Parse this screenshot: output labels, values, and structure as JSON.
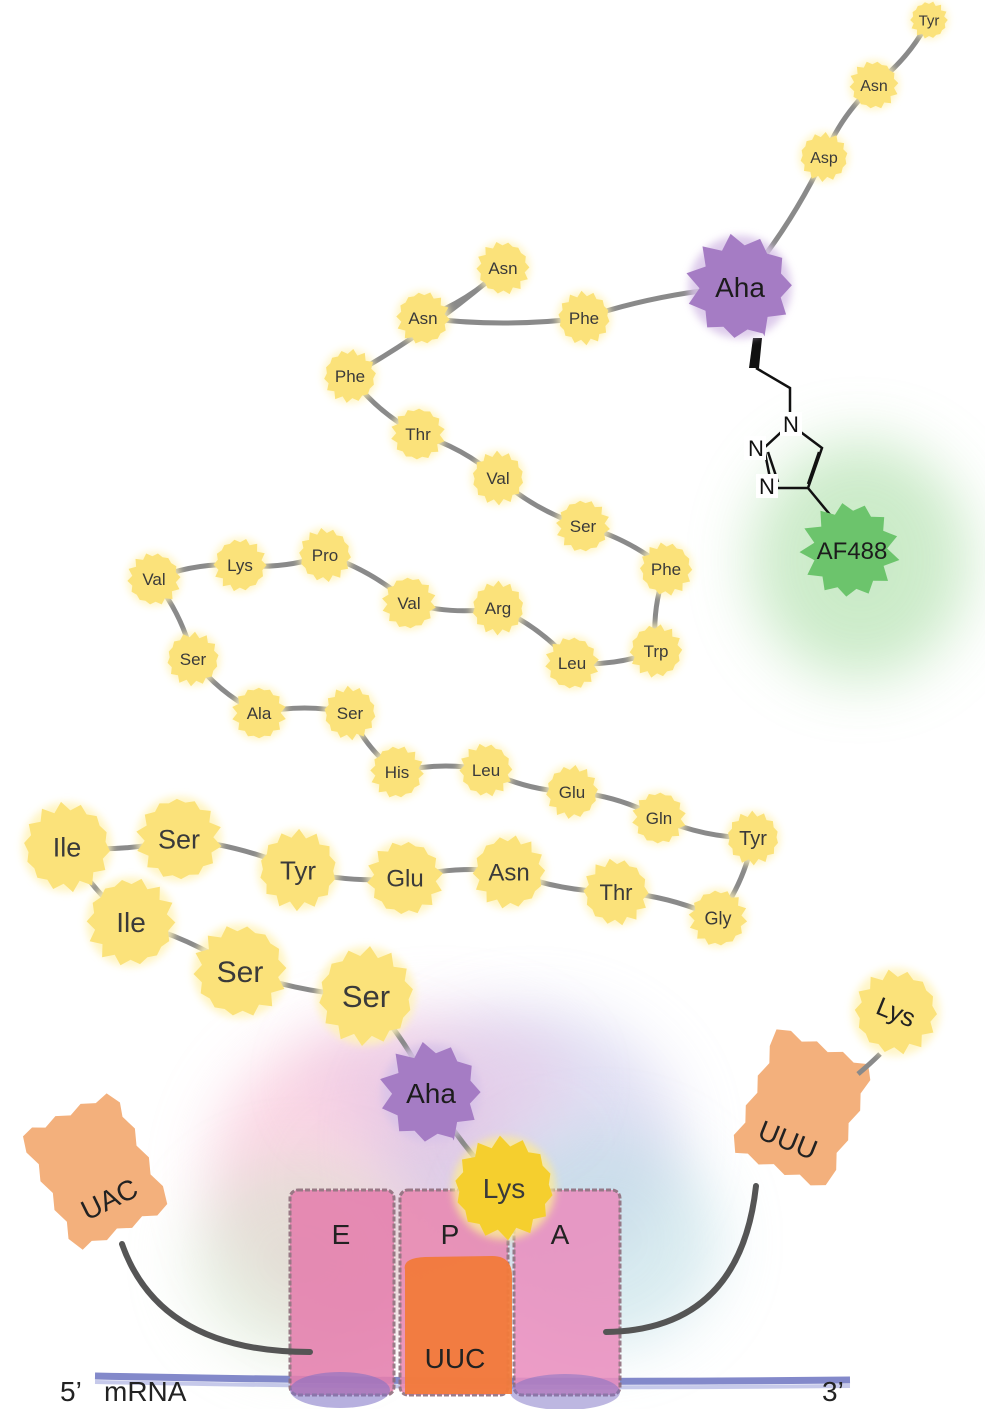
{
  "colors": {
    "residue_fill": "#fbe27a",
    "residue_glow": "#fff3b8",
    "residue_text": "#3a3a3a",
    "aha_fill": "#a57cc4",
    "af488_fill": "#6cc46c",
    "trna_fill": "#f3b07c",
    "site_fill": "#e57fae",
    "codon_fill": "#f27a3a",
    "lys_p_fill": "#f5cf2e",
    "mrna_fill": "#5a62b8",
    "backbone": "#8a8a8a",
    "arc": "#555555"
  },
  "peptide": [
    {
      "label": "Tyr"
    },
    {
      "label": "Asn"
    },
    {
      "label": "Asp"
    },
    {
      "label": "Aha",
      "kind": "aha"
    },
    {
      "label": "Phe"
    },
    {
      "label": "Asn"
    },
    {
      "label": "Asn"
    },
    {
      "label": "Phe"
    },
    {
      "label": "Thr"
    },
    {
      "label": "Val"
    },
    {
      "label": "Ser"
    },
    {
      "label": "Phe"
    },
    {
      "label": "Trp"
    },
    {
      "label": "Leu"
    },
    {
      "label": "Arg"
    },
    {
      "label": "Val"
    },
    {
      "label": "Pro"
    },
    {
      "label": "Lys"
    },
    {
      "label": "Val"
    },
    {
      "label": "Ser"
    },
    {
      "label": "Ala"
    },
    {
      "label": "Ser"
    },
    {
      "label": "His"
    },
    {
      "label": "Leu"
    },
    {
      "label": "Glu"
    },
    {
      "label": "Gln"
    },
    {
      "label": "Tyr"
    },
    {
      "label": "Gly"
    },
    {
      "label": "Thr"
    },
    {
      "label": "Asn"
    },
    {
      "label": "Glu"
    },
    {
      "label": "Tyr"
    },
    {
      "label": "Ser"
    },
    {
      "label": "Ile"
    },
    {
      "label": "Ile"
    },
    {
      "label": "Ser"
    },
    {
      "label": "Ser"
    },
    {
      "label": "Aha",
      "kind": "aha"
    },
    {
      "label": "Lys",
      "kind": "lys_p"
    }
  ],
  "triazole": {
    "n1": "N",
    "n2": "N",
    "n3": "N"
  },
  "fluorophore": "AF488",
  "trna_left": {
    "anticodon": "UAC"
  },
  "trna_right": {
    "anticodon": "UUU",
    "amino_acid": "Lys"
  },
  "sites": {
    "e": "E",
    "p": "P",
    "a": "A"
  },
  "codon": "UUC",
  "mrna": {
    "five_prime": "5’",
    "label": "mRNA",
    "three_prime": "3’"
  }
}
